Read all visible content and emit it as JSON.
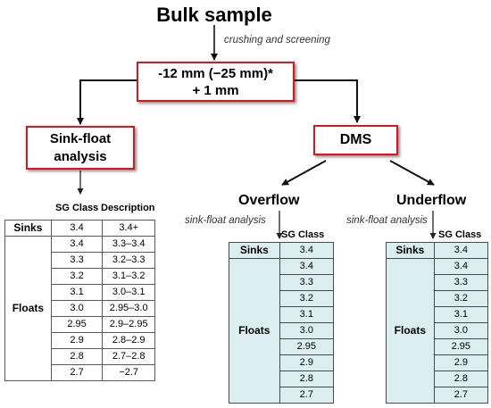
{
  "title": "Bulk sample",
  "step_note": "crushing and screening",
  "size_box": {
    "line1": "-12 mm (−25 mm)*",
    "line2": "+ 1 mm"
  },
  "sinkfloat_box": {
    "line1": "Sink-float",
    "line2": "analysis"
  },
  "dms_box": "DMS",
  "overflow": "Overflow",
  "underflow": "Underflow",
  "overflow_note": "sink-float analysis",
  "underflow_note": "sink-float analysis",
  "left_table": {
    "header_sg": "SG Class",
    "header_desc": "Description",
    "sinks_label": "Sinks",
    "floats_label": "Floats",
    "sinks_row": {
      "sg": "3.4",
      "desc": "3.4+"
    },
    "floats_rows": [
      {
        "sg": "3.4",
        "desc": "3.3–3.4"
      },
      {
        "sg": "3.3",
        "desc": "3.2–3.3"
      },
      {
        "sg": "3.2",
        "desc": "3.1–3.2"
      },
      {
        "sg": "3.1",
        "desc": "3.0–3.1"
      },
      {
        "sg": "3.0",
        "desc": "2.95–3.0"
      },
      {
        "sg": "2.95",
        "desc": "2.9–2.95"
      },
      {
        "sg": "2.9",
        "desc": "2.8–2.9"
      },
      {
        "sg": "2.8",
        "desc": "2.7–2.8"
      },
      {
        "sg": "2.7",
        "desc": "−2.7"
      }
    ]
  },
  "overflow_table": {
    "header_sg": "SG Class",
    "sinks_label": "Sinks",
    "floats_label": "Floats",
    "sinks_value": "3.4",
    "floats_values": [
      "3.4",
      "3.3",
      "3.2",
      "3.1",
      "3.0",
      "2.95",
      "2.9",
      "2.8",
      "2.7"
    ]
  },
  "underflow_table": {
    "header_sg": "SG Class",
    "sinks_label": "Sinks",
    "floats_label": "Floats",
    "sinks_value": "3.4",
    "floats_values": [
      "3.4",
      "3.3",
      "3.2",
      "3.1",
      "3.0",
      "2.95",
      "2.9",
      "2.8",
      "2.7"
    ]
  }
}
